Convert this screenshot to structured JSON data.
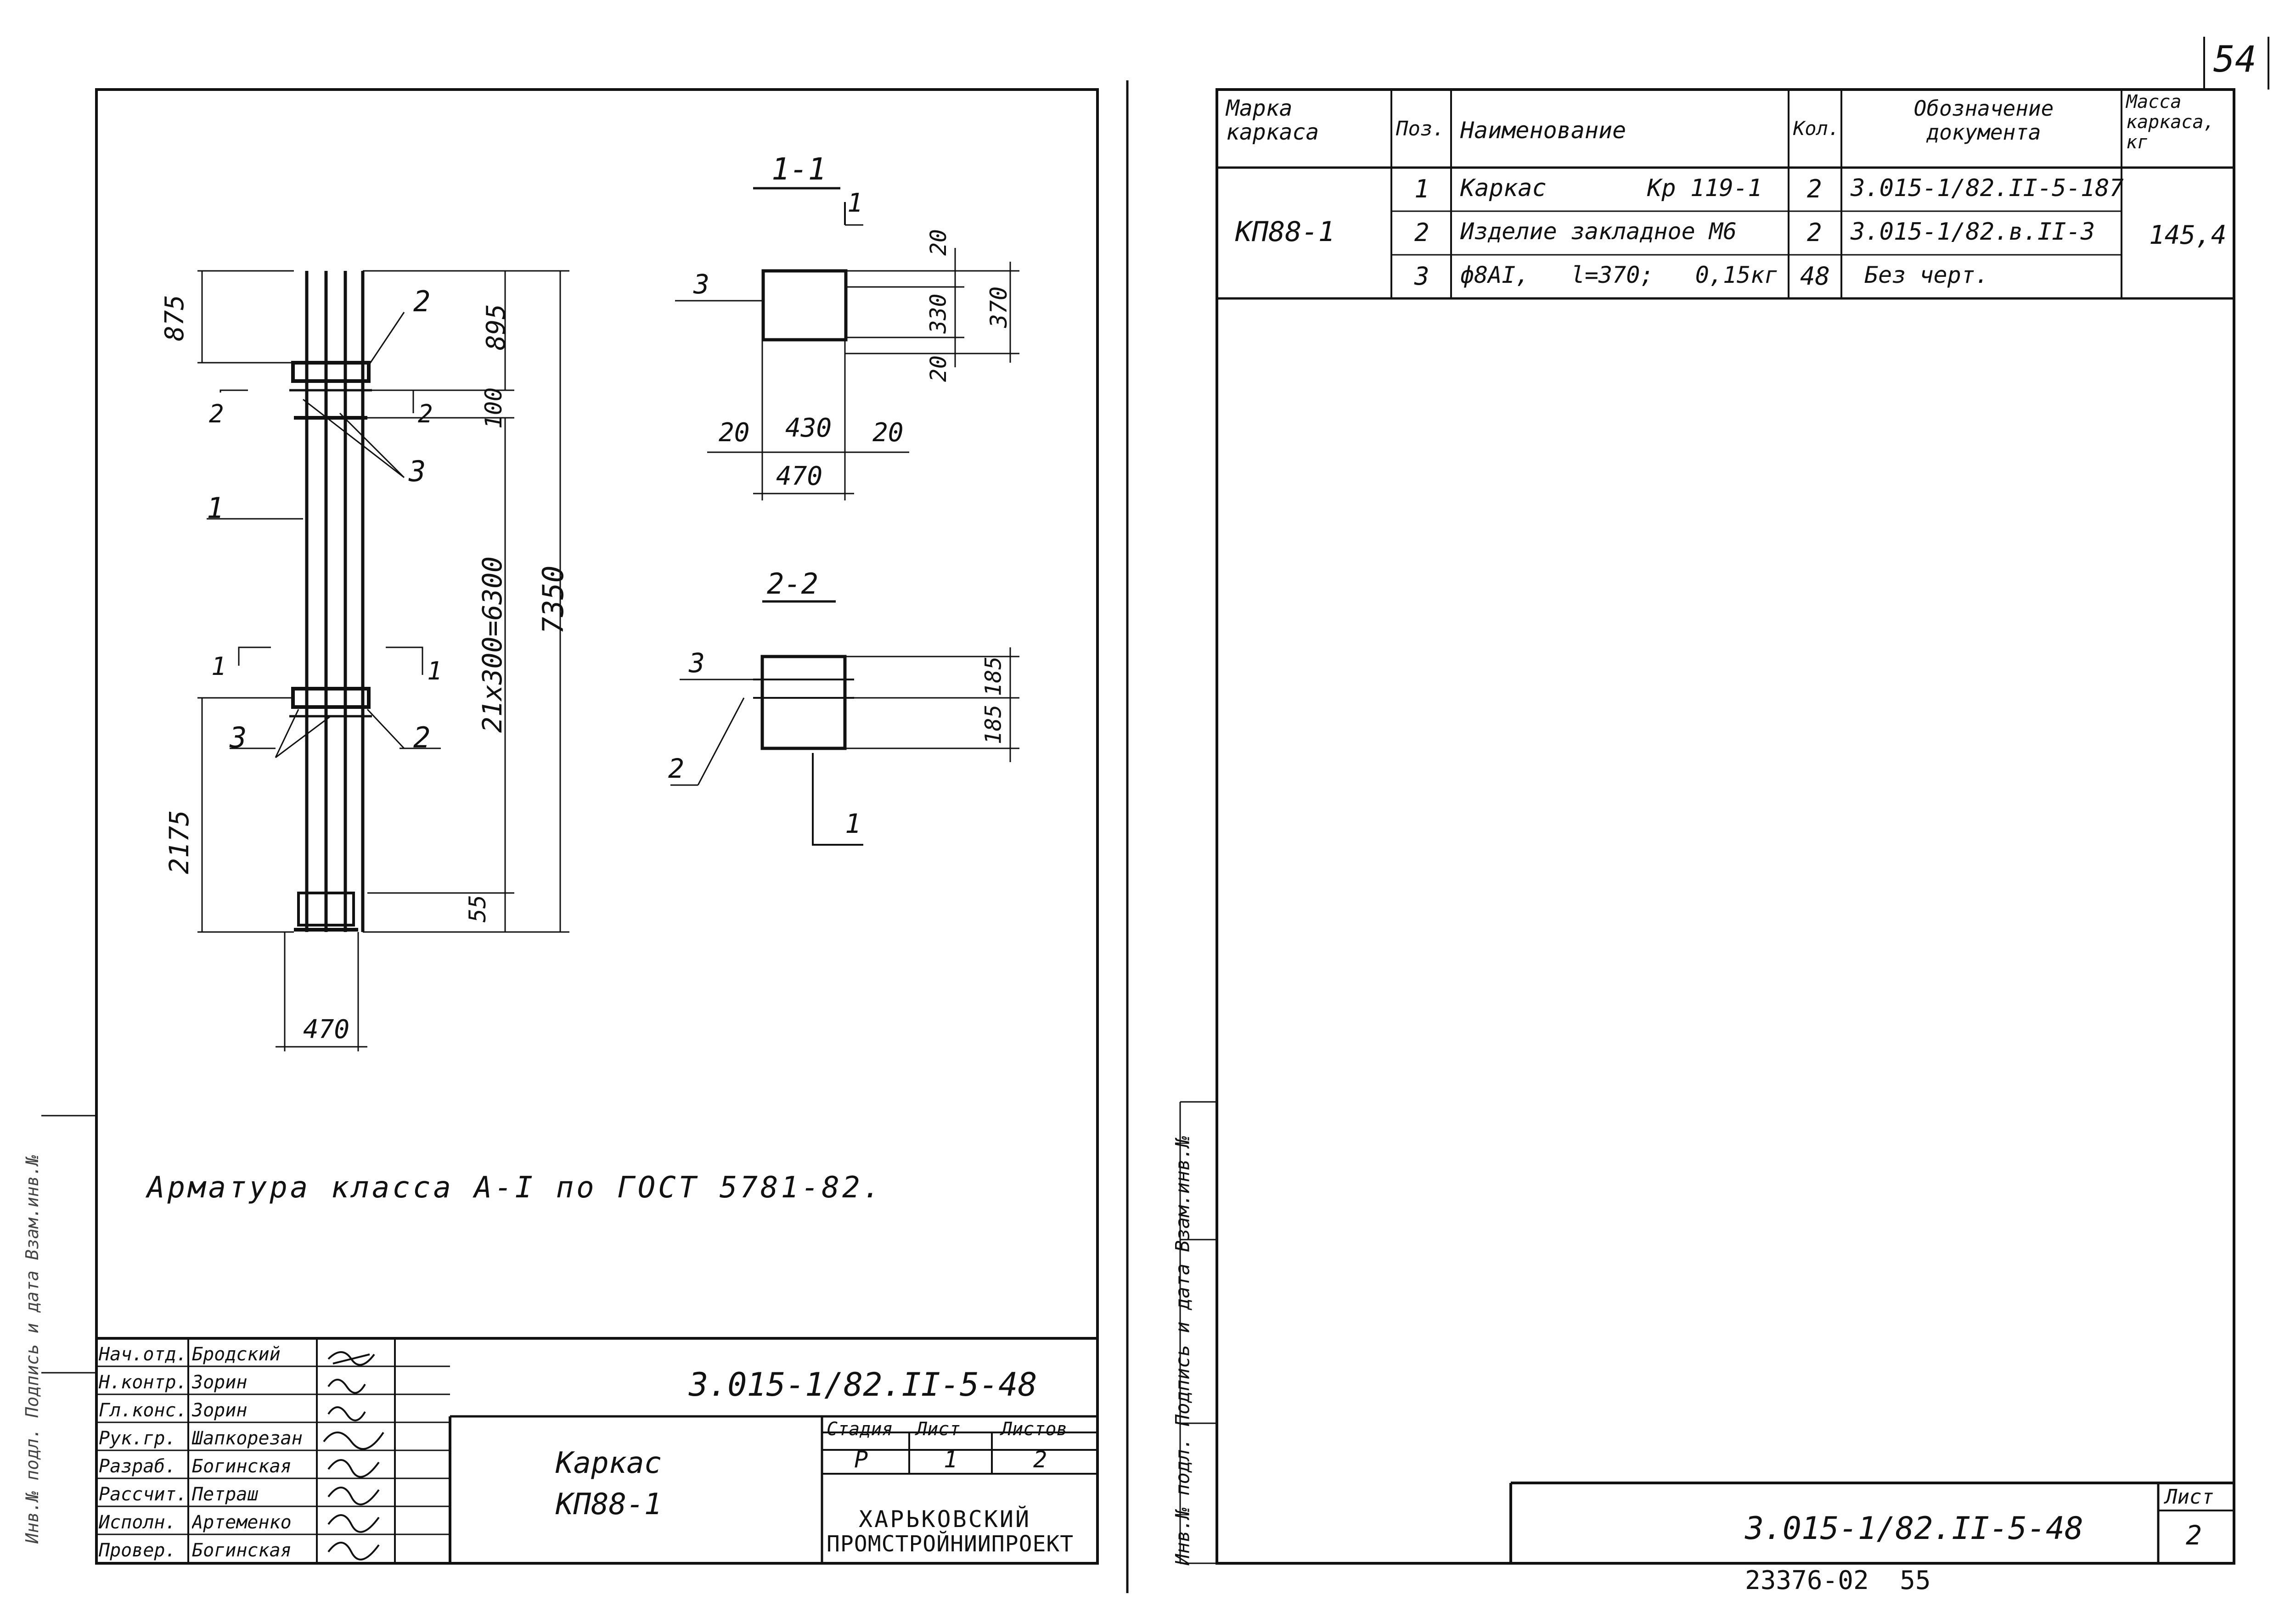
{
  "page_number": "54",
  "bottom_code": "23376-02  55",
  "left_sheet": {
    "views": {
      "section_1_label": "1-1",
      "section_2_label": "2-2",
      "cut_1": "1",
      "cut_2": "2"
    },
    "dims": {
      "top_left": "875",
      "top_right": "895",
      "gap": "100",
      "spacing": "21x300=6300",
      "total": "7350",
      "bottom_left": "2175",
      "bottom_right": "55",
      "width": "470",
      "s1_top": "20",
      "s1_mid": "330",
      "s1_bot": "20",
      "s1_height": "370",
      "s1_left": "20",
      "s1_inner": "430",
      "s1_right": "20",
      "s1_width": "470",
      "s2_a": "185",
      "s2_b": "185"
    },
    "pos": {
      "p1": "1",
      "p2": "2",
      "p3": "3"
    },
    "note": "Арматура класса А-I по ГОСТ 5781-82.",
    "stamp": {
      "rows": [
        {
          "role": "Нач.отд.",
          "name": "Бродский"
        },
        {
          "role": "Н.контр.",
          "name": "Зорин"
        },
        {
          "role": "Гл.конс.",
          "name": "Зорин"
        },
        {
          "role": "Рук.гр.",
          "name": "Шапкорезан"
        },
        {
          "role": "Разраб.",
          "name": "Богинская"
        },
        {
          "role": "Рассчит.",
          "name": "Петраш"
        },
        {
          "role": "Исполн.",
          "name": "Артеменко"
        },
        {
          "role": "Провер.",
          "name": "Богинская"
        }
      ],
      "doc_code": "3.015-1/82.II-5-48",
      "title_1": "Каркас",
      "title_2": "КП88-1",
      "stage_label": "Стадия",
      "sheet_label": "Лист",
      "sheets_label": "Листов",
      "stage": "Р",
      "sheet": "1",
      "sheets": "2",
      "org_1": "ХАРЬКОВСКИЙ",
      "org_2": "ПРОМСТРОЙНИИПРОЕКТ"
    },
    "side_label": "Инв.№ подл. Подпись и дата Взам.инв.№"
  },
  "right_sheet": {
    "table": {
      "headers": [
        "Марка каркаса",
        "Поз.",
        "Наименование",
        "Кол.",
        "Обозначение документа",
        "Масса каркаса, кг"
      ],
      "mark": "КП88-1",
      "mass": "145,4",
      "rows": [
        {
          "pos": "1",
          "name": "Каркас       Кр 119-1",
          "qty": "2",
          "doc": "3.015-1/82.II-5-187"
        },
        {
          "pos": "2",
          "name": "Изделие закладное М6",
          "qty": "2",
          "doc": "3.015-1/82.в.II-3"
        },
        {
          "pos": "3",
          "name": "ф8АI,   l=370;   0,15кг",
          "qty": "48",
          "doc": "Без черт."
        }
      ]
    },
    "stamp": {
      "doc_code": "3.015-1/82.II-5-48",
      "sheet_label": "Лист",
      "sheet": "2"
    },
    "side_label": "Инв.№ подл. Подпись и дата Взам.инв.№"
  }
}
